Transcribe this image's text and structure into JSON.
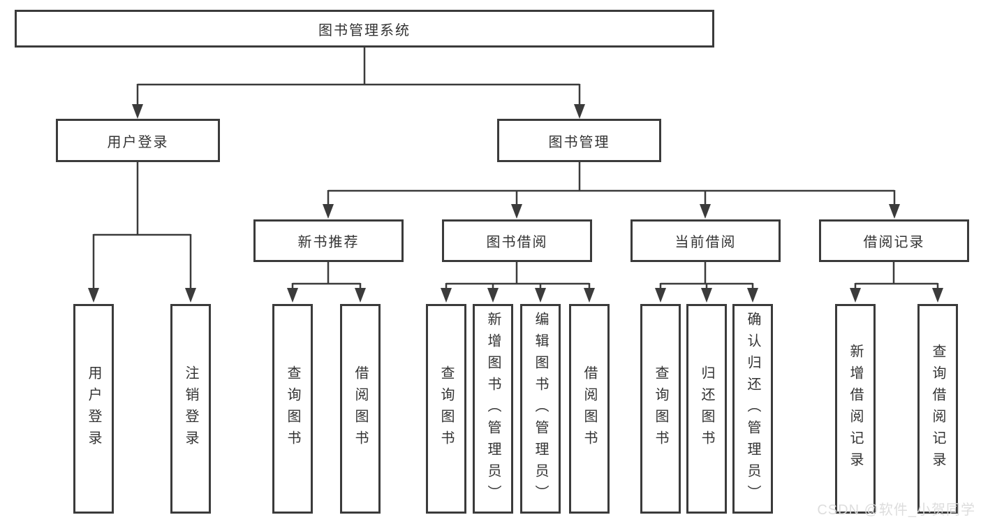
{
  "diagram_title": "图书管理系统",
  "nodes": {
    "root": {
      "label": "图书管理系统"
    },
    "user_login": {
      "label": "用户登录"
    },
    "book_mgmt": {
      "label": "图书管理"
    },
    "new_books": {
      "label": "新书推荐"
    },
    "book_borrow": {
      "label": "图书借阅"
    },
    "current_borrow": {
      "label": "当前借阅"
    },
    "borrow_records": {
      "label": "借阅记录"
    },
    "leaf_user_login": {
      "label": "用户登录"
    },
    "leaf_logout": {
      "label": "注销登录"
    },
    "leaf_nb_query": {
      "label": "查询图书"
    },
    "leaf_nb_borrow": {
      "label": "借阅图书"
    },
    "leaf_bb_query": {
      "label": "查询图书"
    },
    "leaf_bb_add": {
      "label": "新增图书（管理员）"
    },
    "leaf_bb_edit": {
      "label": "编辑图书（管理员）"
    },
    "leaf_bb_borrow": {
      "label": "借阅图书"
    },
    "leaf_cb_query": {
      "label": "查询图书"
    },
    "leaf_cb_return": {
      "label": "归还图书"
    },
    "leaf_cb_confirm": {
      "label": "确认归还（管理员）"
    },
    "leaf_br_add": {
      "label": "新增借阅记录"
    },
    "leaf_br_query": {
      "label": "查询借阅记录"
    }
  },
  "hierarchy": {
    "图书管理系统": {
      "用户登录": [
        "用户登录",
        "注销登录"
      ],
      "图书管理": {
        "新书推荐": [
          "查询图书",
          "借阅图书"
        ],
        "图书借阅": [
          "查询图书",
          "新增图书（管理员）",
          "编辑图书（管理员）",
          "借阅图书"
        ],
        "当前借阅": [
          "查询图书",
          "归还图书",
          "确认归还（管理员）"
        ],
        "借阅记录": [
          "新增借阅记录",
          "查询借阅记录"
        ]
      }
    }
  },
  "watermark": "CSDN @软件_小贺同学",
  "colors": {
    "background": "#ffffff",
    "box_border": "#3b3b3b",
    "box_fill": "#ffffff",
    "text": "#333333",
    "connector": "#3b3b3b",
    "watermark": "#dbdbdb"
  }
}
